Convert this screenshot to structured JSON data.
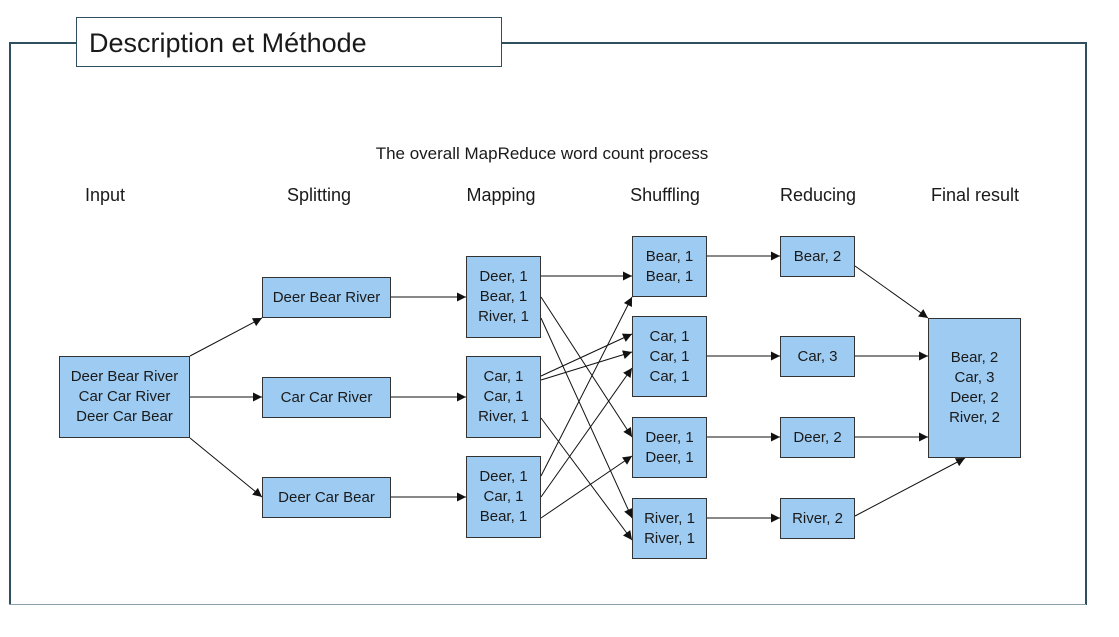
{
  "header": {
    "title": "Description et Méthode"
  },
  "diagram": {
    "caption": "The overall MapReduce word count process",
    "columns": [
      "Input",
      "Splitting",
      "Mapping",
      "Shuffling",
      "Reducing",
      "Final result"
    ],
    "input": [
      "Deer Bear River",
      "Car Car River",
      "Deer Car Bear"
    ],
    "splits": [
      "Deer Bear River",
      "Car Car River",
      "Deer Car Bear"
    ],
    "maps": [
      [
        "Deer, 1",
        "Bear, 1",
        "River, 1"
      ],
      [
        "Car, 1",
        "Car, 1",
        "River, 1"
      ],
      [
        "Deer, 1",
        "Car, 1",
        "Bear, 1"
      ]
    ],
    "shuffles": [
      [
        "Bear, 1",
        "Bear, 1"
      ],
      [
        "Car, 1",
        "Car, 1",
        "Car, 1"
      ],
      [
        "Deer, 1",
        "Deer, 1"
      ],
      [
        "River, 1",
        "River, 1"
      ]
    ],
    "reduces": [
      "Bear, 2",
      "Car, 3",
      "Deer, 2",
      "River, 2"
    ],
    "final": [
      "Bear, 2",
      "Car, 3",
      "Deer, 2",
      "River, 2"
    ],
    "colors": {
      "box_fill": "#9ecbf2",
      "frame": "#2f4f5f"
    }
  }
}
